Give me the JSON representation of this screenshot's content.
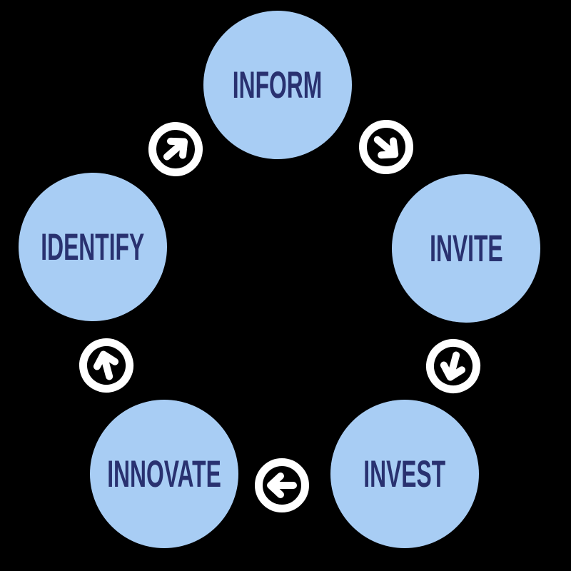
{
  "diagram": {
    "type": "cycle",
    "steps": [
      {
        "label": "INFORM"
      },
      {
        "label": "INVITE"
      },
      {
        "label": "INVEST"
      },
      {
        "label": "INNOVATE"
      },
      {
        "label": "IDENTIFY"
      }
    ],
    "arrows": [
      {
        "name": "arrow-identify-to-inform",
        "direction": "up-right"
      },
      {
        "name": "arrow-inform-to-invite",
        "direction": "down-right"
      },
      {
        "name": "arrow-invite-to-invest",
        "direction": "down"
      },
      {
        "name": "arrow-invest-to-innovate",
        "direction": "left"
      },
      {
        "name": "arrow-innovate-to-identify",
        "direction": "up"
      }
    ],
    "colors": {
      "background": "#000000",
      "node": "#a8cdf4",
      "label": "#293170",
      "arrow": "#ffffff"
    }
  }
}
